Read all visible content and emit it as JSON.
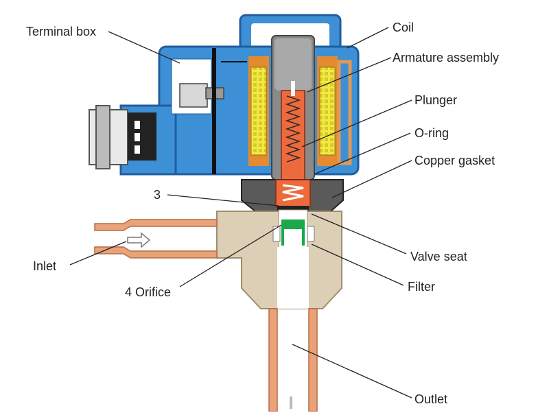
{
  "labels": {
    "terminal_box": "Terminal box",
    "coil": "Coil",
    "armature_assembly": "Armature assembly",
    "plunger": "Plunger",
    "o_ring": "O-ring",
    "copper_gasket": "Copper gasket",
    "three": "3",
    "valve_seat": "Valve seat",
    "inlet": "Inlet",
    "filter": "Filter",
    "four_orifice": "4 Orifice",
    "outlet": "Outlet"
  },
  "colors": {
    "housing": "#3d8fd6",
    "housing_edge": "#1f5e9e",
    "coil_winding": "#f2e84a",
    "coil_core": "#e58a2e",
    "plunger": "#ec6a3c",
    "armature": "#8a8a8a",
    "spring": "#2a2a2a",
    "brass": "#ddcfb6",
    "copper_pipe": "#e9a27a",
    "seal_green": "#1aa84a",
    "leader_line": "#222222"
  }
}
